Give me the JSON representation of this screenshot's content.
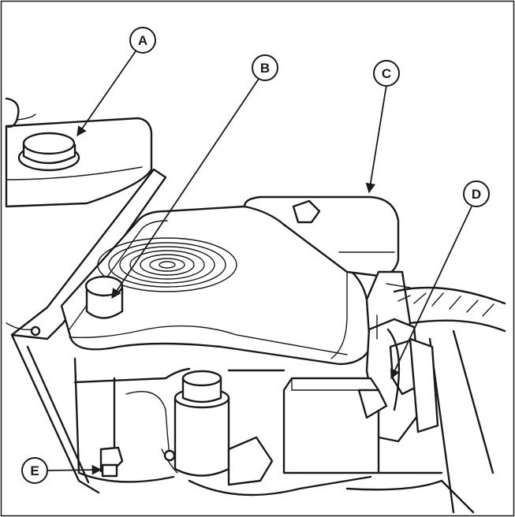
{
  "callouts": {
    "a": "A",
    "b": "B",
    "c": "C",
    "d": "D",
    "e": "E"
  },
  "colors": {
    "ink": "#1a1a1a",
    "paper": "#ffffff"
  }
}
